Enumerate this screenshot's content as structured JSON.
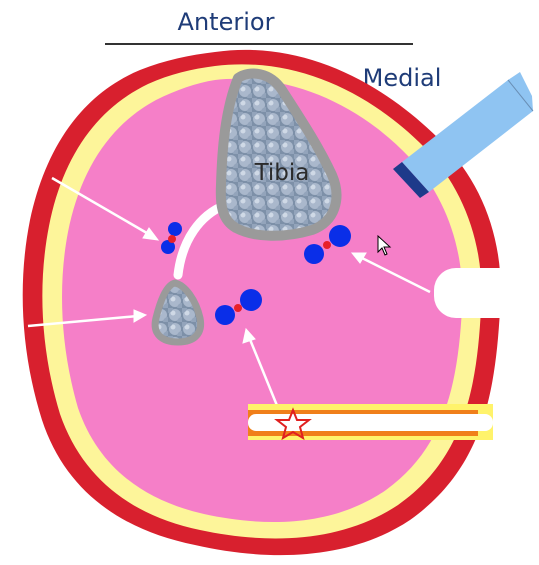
{
  "labels": {
    "anterior": "Anterior",
    "medial": "Medial",
    "tibia": "Tibia"
  },
  "colors": {
    "skin": "#d8202e",
    "fat": "#fdf59a",
    "muscle": "#f57fc8",
    "bone_outline": "#9a9a9a",
    "bone_fill": "#8ea0b8",
    "vessel_blue": "#0a2ee8",
    "vessel_red": "#e8202a",
    "arrow": "#ffffff",
    "probe": "#8fc4f2",
    "probe_tip": "#1e3a8a",
    "orange_bar": "#f07f1a",
    "star": "#e02020",
    "title_text": "#1f3c78"
  },
  "icons": {
    "probe": "ultrasound-probe-icon",
    "star": "star-icon",
    "cursor": "mouse-cursor-icon"
  }
}
